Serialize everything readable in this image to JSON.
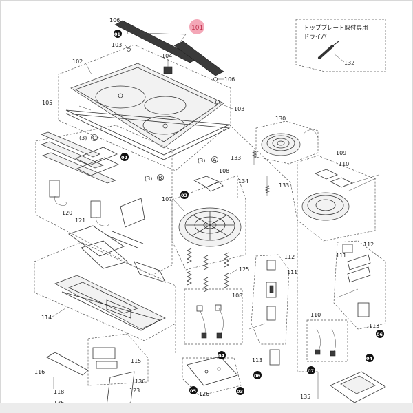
{
  "diagram": {
    "highlighted_part": "101",
    "inset_title_line1": "トッププレート取付専用",
    "inset_title_line2": "ドライバー",
    "part_labels": {
      "p106a": "106",
      "p106b": "106",
      "p103a": "103",
      "p103b": "103",
      "p104": "104",
      "p102": "102",
      "p105": "105",
      "p130": "130",
      "p133a": "133",
      "p133b": "133",
      "p134": "134",
      "p109": "109",
      "p110a": "110",
      "p110b": "110",
      "p108a": "108",
      "p108b": "108",
      "p107": "107",
      "p120": "120",
      "p121": "121",
      "p125": "125",
      "p112a": "112",
      "p112b": "112",
      "p111a": "111",
      "p111b": "111",
      "p113a": "113",
      "p113b": "113",
      "p114": "114",
      "p115": "115",
      "p116": "116",
      "p118": "118",
      "p136a": "136",
      "p136b": "136",
      "p123": "123",
      "p126": "126",
      "p135": "135",
      "p132": "132"
    },
    "badges": {
      "b01": "01",
      "b02": "02",
      "b03": "03",
      "b04a": "04",
      "b04b": "04",
      "b05": "05",
      "b06a": "06",
      "b06b": "06",
      "b07": "07"
    },
    "refs": {
      "r3a": "(3)",
      "r3b": "(3)",
      "r3c": "(3)",
      "ra": "A",
      "rb": "B",
      "rc": "C"
    }
  }
}
